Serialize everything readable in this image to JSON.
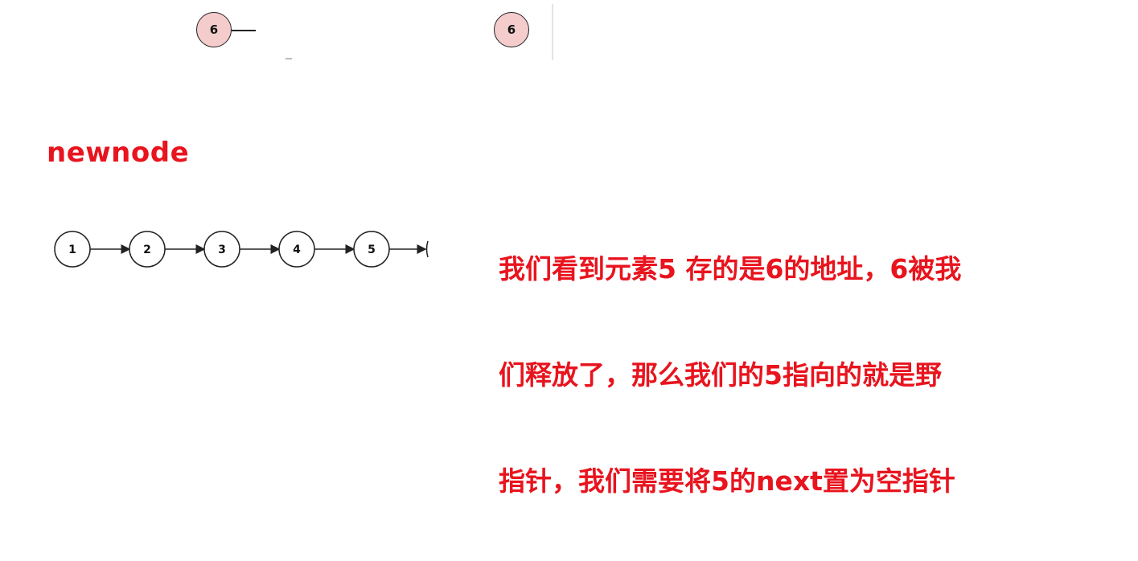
{
  "top_nodes": [
    {
      "label": "6"
    },
    {
      "label": "6"
    }
  ],
  "heading": "newnode",
  "list_nodes": [
    "1",
    "2",
    "3",
    "4",
    "5"
  ],
  "note_lines": [
    "我们看到元素5 存的是6的地址，6被我",
    "们释放了，那么我们的5指向的就是野",
    "指针，我们需要将5的next置为空指针"
  ],
  "colors": {
    "accent_red": "#e8141e",
    "node_fill_pink": "#f4cccc",
    "stroke": "#222222"
  }
}
